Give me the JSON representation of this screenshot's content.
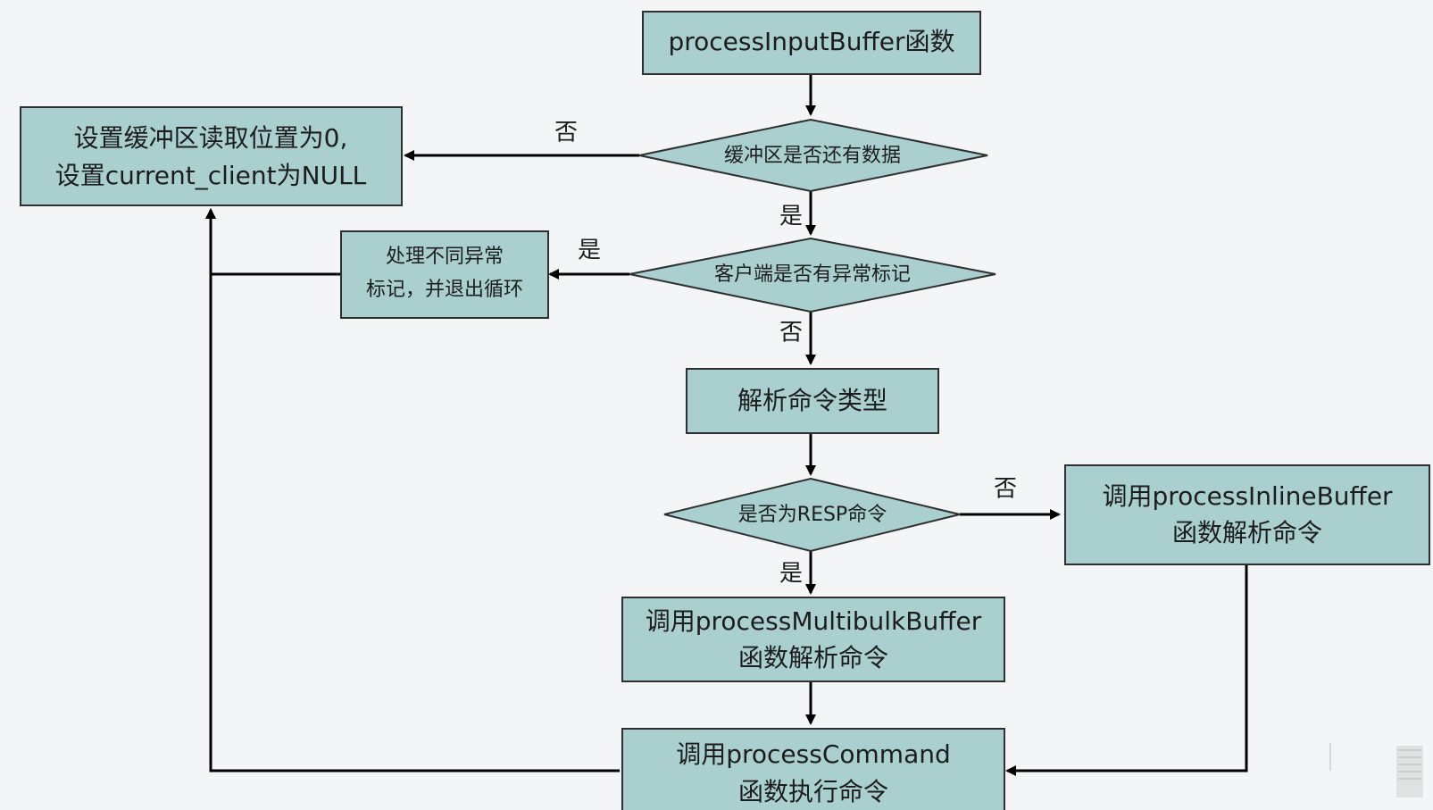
{
  "nodes": {
    "process_input_buffer": {
      "text": "processInputBuffer函数"
    },
    "reset_buffer": {
      "line1": "设置缓冲区读取位置为0,",
      "line2": "设置current_client为NULL"
    },
    "buffer_has_data": {
      "text": "缓冲区是否还有数据"
    },
    "handle_exceptions": {
      "line1": "处理不同异常",
      "line2": "标记，并退出循环"
    },
    "client_exception_flag": {
      "text": "客户端是否有异常标记"
    },
    "parse_command_type": {
      "text": "解析命令类型"
    },
    "is_resp_command": {
      "text": "是否为RESP命令"
    },
    "call_inline_buffer": {
      "line1": "调用processInlineBuffer",
      "line2": "函数解析命令"
    },
    "call_multibulk_buffer": {
      "line1": "调用processMultibulkBuffer",
      "line2": "函数解析命令"
    },
    "call_process_command": {
      "line1": "调用processCommand",
      "line2": "函数执行命令"
    }
  },
  "edge_labels": {
    "buffer_no": "否",
    "buffer_yes": "是",
    "exception_yes": "是",
    "exception_no": "否",
    "resp_no": "否",
    "resp_yes": "是"
  }
}
